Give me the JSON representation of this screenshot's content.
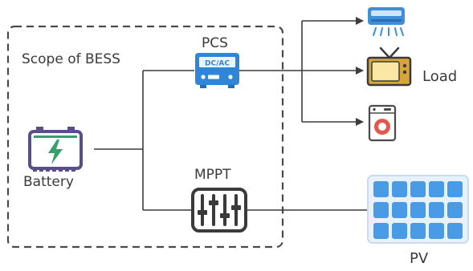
{
  "diagram": {
    "scope_label": "Scope of BESS",
    "pcs_label": "PCS",
    "pcs_device_text": "DC/AC",
    "battery_label": "Battery",
    "mppt_label": "MPPT",
    "load_label": "Load",
    "pv_label": "PV"
  },
  "icons": {
    "air_conditioner": "air-conditioner-icon",
    "television": "television-icon",
    "washing_machine": "washing-machine-icon",
    "battery": "battery-icon",
    "inverter": "inverter-icon",
    "mppt": "mppt-controller-icon",
    "solar_panel": "solar-panel-icon"
  },
  "colors": {
    "line": "#3c3c3c",
    "pcs_blue": "#2f86d8",
    "battery_frame": "#5a4e8a",
    "battery_green": "#34a06b",
    "tv_gold": "#d9a53a",
    "washer_red": "#e4574e",
    "panel_blue": "#4a9be6",
    "ac_blue": "#3f8fd8"
  }
}
